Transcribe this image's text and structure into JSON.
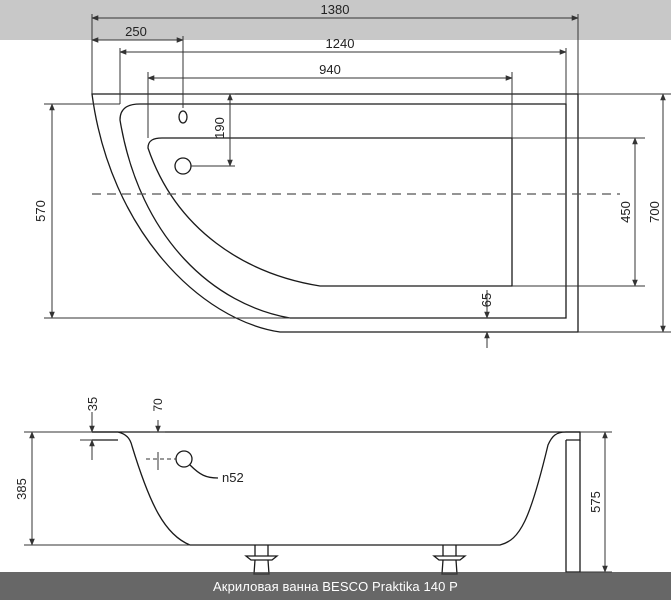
{
  "caption": "Акриловая ванна BESCO Praktika 140 P",
  "top_view": {
    "dims": {
      "total_length": "1380",
      "offset_left": "250",
      "inner_length": "1240",
      "bottom_length": "940",
      "overflow_offset": "190",
      "left_width": "570",
      "inner_width": "450",
      "total_width": "700",
      "edge": "65"
    }
  },
  "side_view": {
    "dims": {
      "rim_thickness": "35",
      "rim_offset": "70",
      "depth": "385",
      "drain": "n52",
      "total_height": "575"
    }
  },
  "colors": {
    "line": "#1a1a1a",
    "dim": "#333333",
    "caption_bg": "#3c3c3c"
  }
}
